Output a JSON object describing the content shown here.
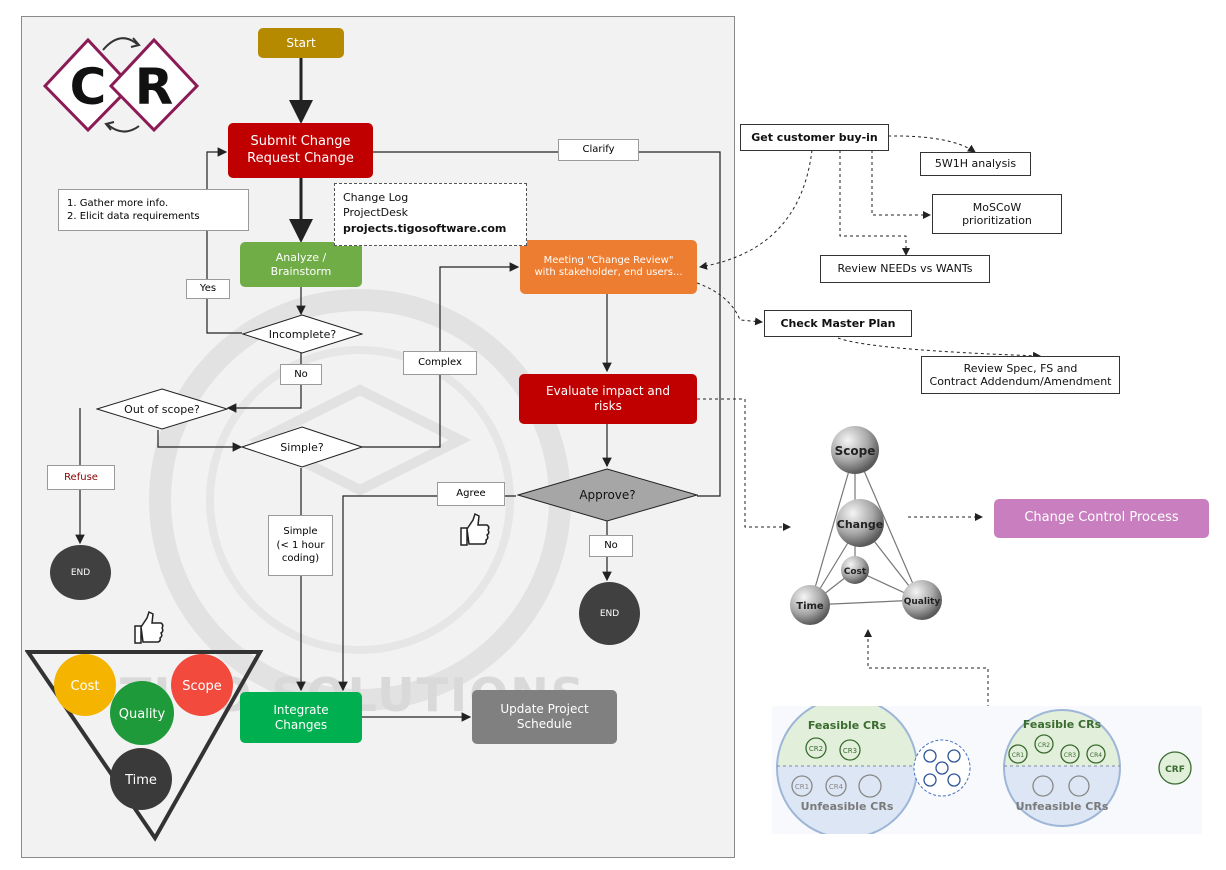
{
  "logo": {
    "left": "C",
    "right": "R"
  },
  "watermark": "TIGO SOLUTIONS",
  "flow": {
    "start": "Start",
    "submit": "Submit Change\nRequest Change",
    "analyze": "Analyze /\nBrainstorm",
    "incomplete": "Incomplete?",
    "out_of_scope": "Out of scope?",
    "simple_q": "Simple?",
    "meeting": "Meeting \"Change Review\"\nwith stakeholder, end users...",
    "evaluate": "Evaluate impact and\nrisks",
    "approve": "Approve?",
    "integrate": "Integrate\nChanges",
    "update": "Update Project\nSchedule",
    "end": "END"
  },
  "labels": {
    "gather": "1. Gather more info.\n2. Elicit data requirements",
    "yes": "Yes",
    "no": "No",
    "refuse": "Refuse",
    "complex": "Complex",
    "simple_note": "Simple\n(< 1 hour\ncoding)",
    "agree": "Agree",
    "clarify": "Clarify",
    "approve_no": "No"
  },
  "changelog": {
    "line1": "Change Log",
    "line2": "ProjectDesk",
    "line3": "projects.tigosoftware.com"
  },
  "triangle": {
    "cost": "Cost",
    "scope": "Scope",
    "quality": "Quality",
    "time": "Time"
  },
  "right": {
    "buyin": "Get customer buy-in",
    "w5h1": "5W1H analysis",
    "moscow": "MoSCoW\nprioritization",
    "needs": "Review NEEDs vs WANTs",
    "master": "Check Master Plan",
    "spec": "Review Spec, FS and\nContract Addendum/Amendment",
    "ccp": "Change Control Process"
  },
  "tetra": {
    "scope": "Scope",
    "change": "Change",
    "cost": "Cost",
    "time": "Time",
    "quality": "Quality"
  },
  "feasibility": {
    "feasible": "Feasible CRs",
    "unfeasible": "Unfeasible CRs",
    "left_feasible_crs": [
      "CR2",
      "CR3"
    ],
    "left_unfeasible_crs": [
      "CR1",
      "CR4"
    ],
    "right_feasible_crs": [
      "CR1",
      "CR2",
      "CR3",
      "CR4"
    ],
    "final": "CRF"
  },
  "colors": {
    "start": "#b58a00",
    "submit": "#c00000",
    "analyze": "#70ad47",
    "meeting": "#ed7d31",
    "evaluate": "#c00000",
    "approve": "#a6a6a6",
    "integrate": "#00b050",
    "update": "#808080",
    "end": "#404040",
    "ccp": "#c97fbf"
  }
}
